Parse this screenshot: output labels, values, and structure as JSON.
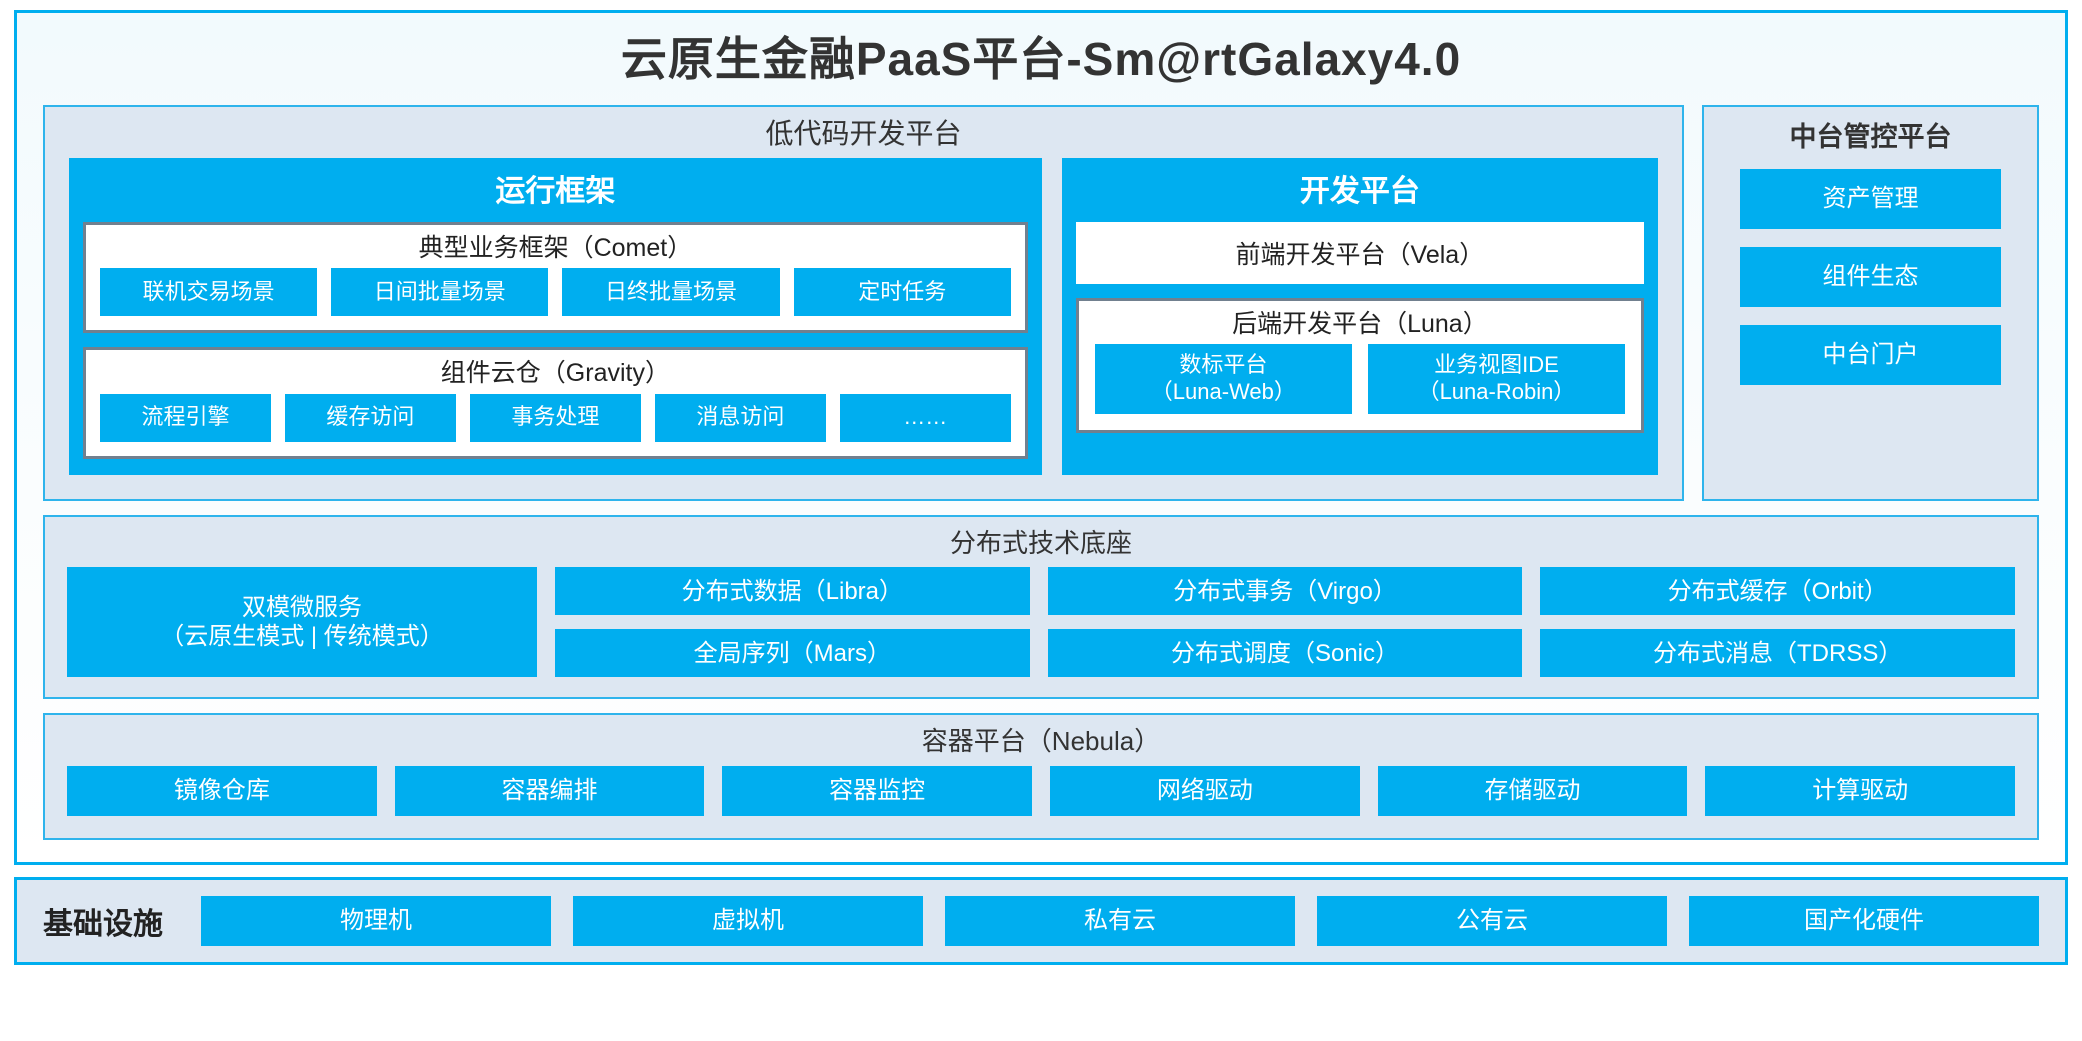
{
  "title": "云原生金融PaaS平台-Sm@rtGalaxy4.0",
  "colors": {
    "accent_blue": "#00AEEF",
    "panel_bg": "#DDE7F2",
    "panel_border": "#2EB4EC",
    "gray_border": "#71808F",
    "text_dark": "#333333"
  },
  "lowcode": {
    "title": "低代码开发平台",
    "runtime": {
      "title": "运行框架",
      "comet": {
        "title": "典型业务框架（Comet）",
        "items": [
          "联机交易场景",
          "日间批量场景",
          "日终批量场景",
          "定时任务"
        ]
      },
      "gravity": {
        "title": "组件云仓（Gravity）",
        "items": [
          "流程引擎",
          "缓存访问",
          "事务处理",
          "消息访问",
          "……"
        ]
      }
    },
    "devplatform": {
      "title": "开发平台",
      "frontend": "前端开发平台（Vela）",
      "backend": {
        "title": "后端开发平台（Luna）",
        "items": [
          {
            "name": "数标平台",
            "code": "（Luna-Web）"
          },
          {
            "name": "业务视图IDE",
            "code": "（Luna-Robin）"
          }
        ]
      }
    }
  },
  "management": {
    "title": "中台管控平台",
    "items": [
      "资产管理",
      "组件生态",
      "中台门户"
    ]
  },
  "tech": {
    "title": "分布式技术底座",
    "microservice": {
      "name": "双模微服务",
      "modes": "（云原生模式 | 传统模式）"
    },
    "columns": [
      [
        "分布式数据（Libra）",
        "全局序列（Mars）"
      ],
      [
        "分布式事务（Virgo）",
        "分布式调度（Sonic）"
      ],
      [
        "分布式缓存（Orbit）",
        "分布式消息（TDRSS）"
      ]
    ]
  },
  "container": {
    "title": "容器平台（Nebula）",
    "items": [
      "镜像仓库",
      "容器编排",
      "容器监控",
      "网络驱动",
      "存储驱动",
      "计算驱动"
    ]
  },
  "infrastructure": {
    "label": "基础设施",
    "items": [
      "物理机",
      "虚拟机",
      "私有云",
      "公有云",
      "国产化硬件"
    ]
  }
}
